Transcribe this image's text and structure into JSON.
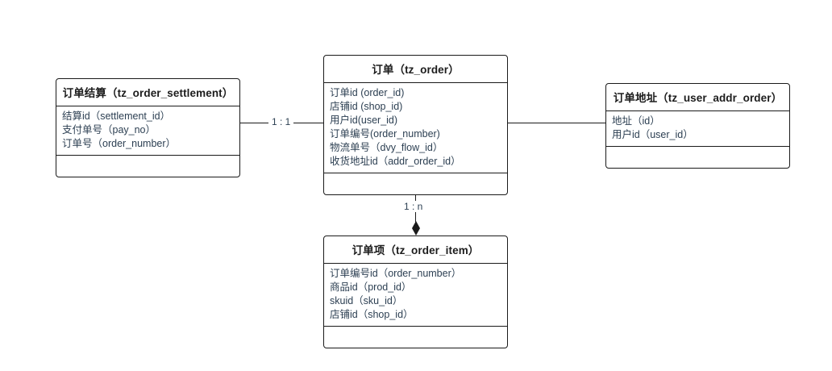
{
  "diagram": {
    "type": "er-diagram",
    "background_color": "#ffffff",
    "line_color": "#1a1a1a",
    "text_color": "#2c3f52",
    "title_color": "#1c1c1c"
  },
  "entities": {
    "order_settlement": {
      "title": "订单结算（tz_order_settlement）",
      "fields": [
        "结算id（settlement_id）",
        "支付单号（pay_no）",
        "订单号（order_number）"
      ]
    },
    "order": {
      "title": "订单（tz_order）",
      "fields": [
        "订单id (order_id)",
        "店铺id (shop_id)",
        "用户id(user_id)",
        "订单编号(order_number)",
        "物流单号（dvy_flow_id）",
        "收货地址id（addr_order_id）"
      ]
    },
    "user_addr_order": {
      "title": "订单地址（tz_user_addr_order）",
      "fields": [
        "地址（id）",
        "用户id（user_id）"
      ]
    },
    "order_item": {
      "title": "订单项（tz_order_item）",
      "fields": [
        "订单编号id（order_number）",
        "商品id（prod_id）",
        "skuid（sku_id）",
        "店铺id（shop_id）"
      ]
    }
  },
  "relationships": {
    "settlement_to_order": {
      "label": "1 : 1",
      "from": "order_settlement",
      "to": "order"
    },
    "order_to_addr": {
      "label": "",
      "from": "order",
      "to": "user_addr_order"
    },
    "order_to_item": {
      "label": "1 : n",
      "from": "order",
      "to": "order_item",
      "marker": "filled-diamond"
    }
  }
}
